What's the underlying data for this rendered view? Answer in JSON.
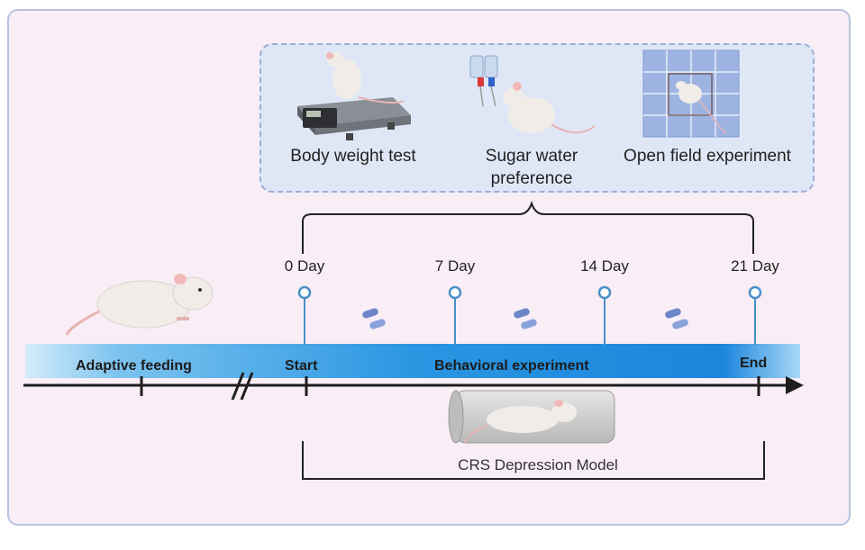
{
  "tests": {
    "body_weight": "Body weight test",
    "sugar_water": [
      "Sugar water",
      "preference"
    ],
    "open_field": "Open field experiment"
  },
  "days": [
    "0 Day",
    "7 Day",
    "14 Day",
    "21 Day"
  ],
  "timeline": {
    "adaptive": "Adaptive feeding",
    "start": "Start",
    "behavioral": "Behavioral experiment",
    "end": "End"
  },
  "crs_model": "CRS Depression Model",
  "colors": {
    "frame_bg": "#f9eef6",
    "frame_border": "#b7c3df",
    "test_box_bg": "#dfe7f6",
    "timeline_blue": "#1a8fe0",
    "marker_blue": "#4a90c8"
  }
}
